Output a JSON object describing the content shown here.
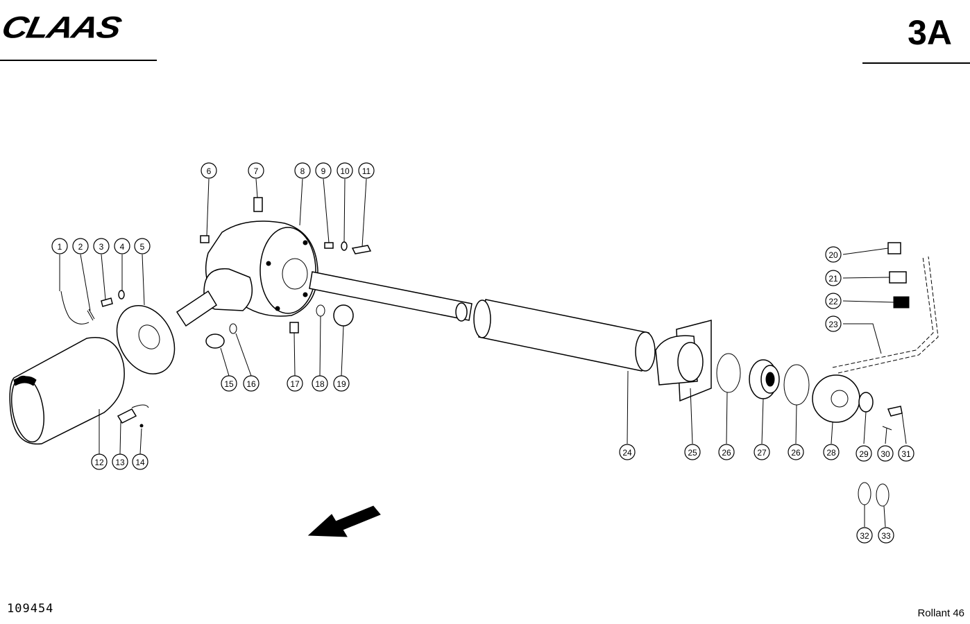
{
  "header": {
    "brand_logo": "CLAAS",
    "sheet_id": "3A"
  },
  "footer": {
    "doc_number": "109454",
    "model": "Rollant 46"
  },
  "callouts": [
    {
      "number": "1"
    },
    {
      "number": "2"
    },
    {
      "number": "3"
    },
    {
      "number": "4"
    },
    {
      "number": "5"
    },
    {
      "number": "6"
    },
    {
      "number": "7"
    },
    {
      "number": "8"
    },
    {
      "number": "9"
    },
    {
      "number": "10"
    },
    {
      "number": "11"
    },
    {
      "number": "12"
    },
    {
      "number": "13"
    },
    {
      "number": "14"
    },
    {
      "number": "15"
    },
    {
      "number": "16"
    },
    {
      "number": "17"
    },
    {
      "number": "18"
    },
    {
      "number": "19"
    },
    {
      "number": "20"
    },
    {
      "number": "21"
    },
    {
      "number": "22"
    },
    {
      "number": "23"
    },
    {
      "number": "24"
    },
    {
      "number": "25"
    },
    {
      "number": "26"
    },
    {
      "number": "27"
    },
    {
      "number": "26"
    },
    {
      "number": "28"
    },
    {
      "number": "29"
    },
    {
      "number": "30"
    },
    {
      "number": "31"
    },
    {
      "number": "32"
    },
    {
      "number": "33"
    }
  ]
}
